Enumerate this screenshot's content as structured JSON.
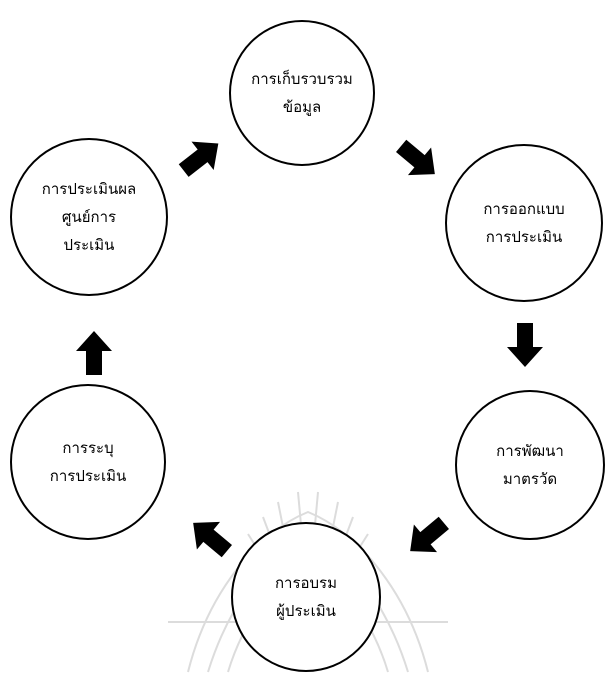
{
  "diagram": {
    "nodes": [
      {
        "id": "collect",
        "label": "การเก็บรวบรวม\nข้อมูล"
      },
      {
        "id": "design",
        "label": "การออกแบบ\nการประเมิน"
      },
      {
        "id": "develop",
        "label": "การพัฒนา\nมาตรวัด"
      },
      {
        "id": "train",
        "label": "การอบรม\nผู้ประเมิน"
      },
      {
        "id": "identify",
        "label": "การระบุ\nการประเมิน"
      },
      {
        "id": "evaluate",
        "label": "การประเมินผล\nศูนย์การ\nประเมิน"
      }
    ],
    "edges": [
      {
        "from": "collect",
        "to": "design"
      },
      {
        "from": "design",
        "to": "develop"
      },
      {
        "from": "develop",
        "to": "train"
      },
      {
        "from": "train",
        "to": "identify"
      },
      {
        "from": "identify",
        "to": "evaluate"
      },
      {
        "from": "evaluate",
        "to": "collect"
      }
    ],
    "colors": {
      "stroke": "#000000",
      "fill": "#ffffff",
      "arrow": "#000000",
      "watermark": "#d9d9d9"
    }
  }
}
